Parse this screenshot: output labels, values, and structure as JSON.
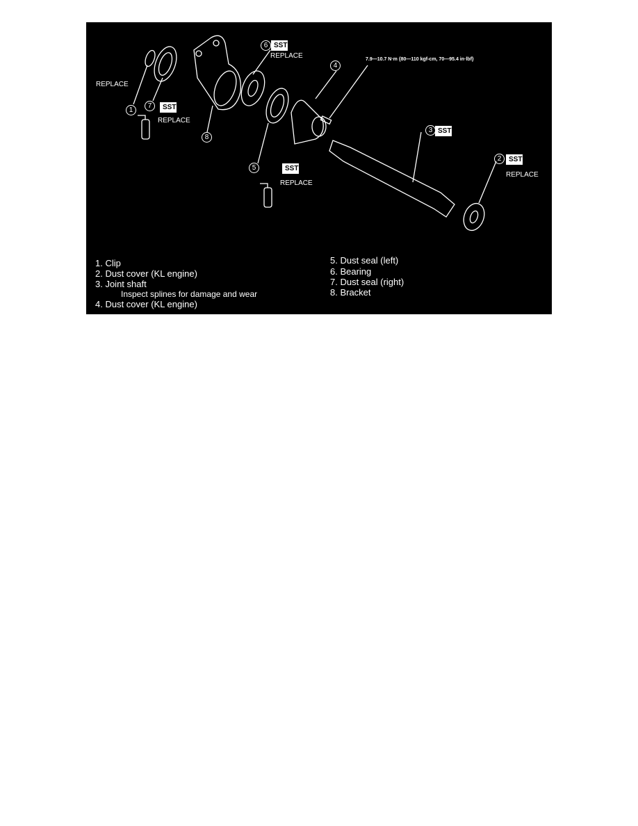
{
  "diagram": {
    "callouts": [
      {
        "num": "1",
        "labels": [
          "REPLACE"
        ]
      },
      {
        "num": "2",
        "labels": [
          "SST",
          "REPLACE"
        ]
      },
      {
        "num": "3",
        "labels": [
          "SST"
        ]
      },
      {
        "num": "4",
        "labels": []
      },
      {
        "num": "5",
        "labels": [
          "SST",
          "REPLACE"
        ]
      },
      {
        "num": "6",
        "labels": [
          "SST",
          "REPLACE"
        ]
      },
      {
        "num": "7",
        "labels": [
          "SST",
          "REPLACE"
        ]
      },
      {
        "num": "8",
        "labels": []
      }
    ],
    "torque": "7.9—10.7 N·m {80—110 kgf-cm, 70—95.4 in·lbf}",
    "grease_icon": "grease-can-icon"
  },
  "legend": {
    "left": [
      "1.  Clip",
      "2.  Dust cover (KL engine)",
      "3.  Joint shaft",
      "Inspect splines for damage and wear",
      "4.  Dust cover (KL engine)"
    ],
    "right": [
      "5.  Dust seal (left)",
      "6.  Bearing",
      "7.  Dust seal (right)",
      "8.  Bracket"
    ]
  }
}
